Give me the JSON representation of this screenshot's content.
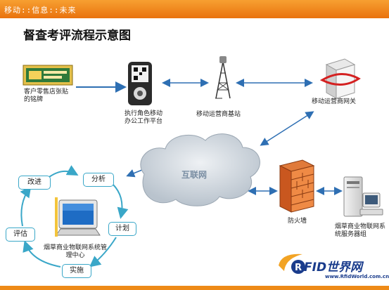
{
  "header": {
    "slogan": "移动::信息::未来"
  },
  "title": "督查考评流程示意图",
  "nodes": {
    "plaque": "客户零售店张贴的铭牌",
    "pda": "执行角色移动办公工作平台",
    "tower": "移动运营商基站",
    "gateway": "移动运营商网关",
    "cloud": "互联网",
    "firewall": "防火墙",
    "server": "烟草商业物联网系统服务器组",
    "center": "烟草商业物联网系统管理中心"
  },
  "cycle": [
    "分析",
    "计划",
    "实施",
    "评估",
    "改进"
  ],
  "logo": {
    "main": "FID世界网",
    "sub": "www.RfidWorld.com.cn"
  },
  "colors": {
    "accent": "#ee8a17",
    "arrow": "#2e6fb3",
    "cycle": "#3aa7c8"
  }
}
